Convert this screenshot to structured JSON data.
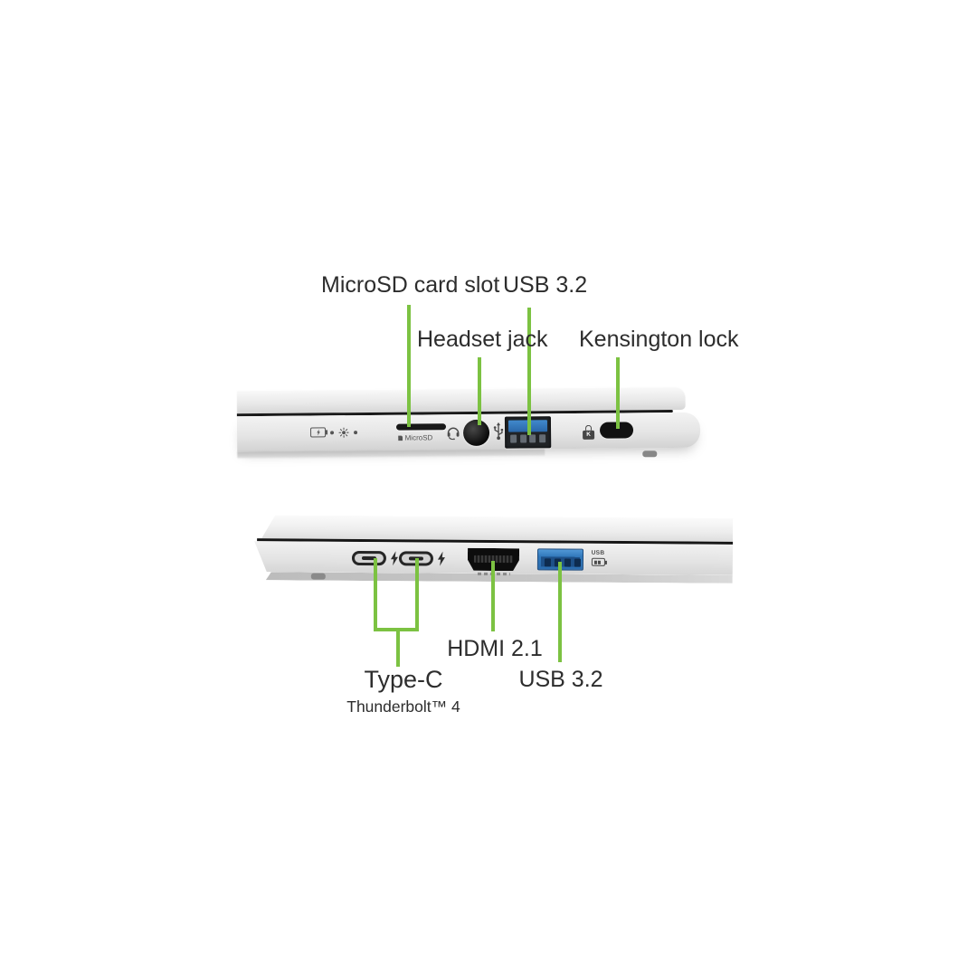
{
  "colors": {
    "accent_green": "#7CC242",
    "usb_blue": "#2F74BA",
    "chassis_silver": "#E9E9E9",
    "text_dark": "#2D2D2D"
  },
  "top_view": {
    "description": "right-side-port-edge",
    "labels": {
      "microsd": "MicroSD card slot",
      "usb": "USB 3.2",
      "headset": "Headset jack",
      "kensington": "Kensington lock"
    },
    "chassis": {
      "microsd_caption": "MicroSD",
      "kensington_letter": "K"
    }
  },
  "bottom_view": {
    "description": "left-side-port-edge",
    "labels": {
      "hdmi": "HDMI 2.1",
      "usb": "USB 3.2",
      "typec": "Type-C",
      "thunderbolt": "Thunderbolt™ 4"
    },
    "chassis": {
      "usb_charging_caption": "USB"
    }
  }
}
